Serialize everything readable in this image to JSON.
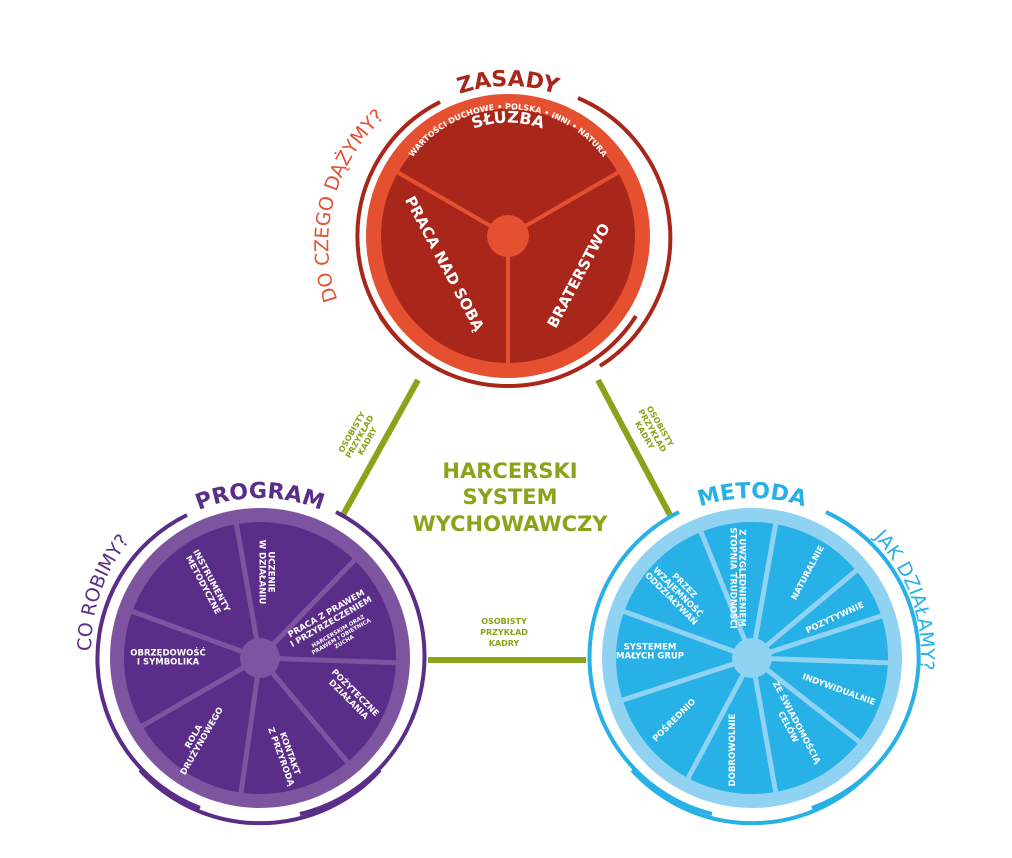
{
  "colors": {
    "green": "#8aa319",
    "red_dark": "#a8271a",
    "red_light": "#e55130",
    "red_title": "#a8271a",
    "purple_dark": "#5a2d88",
    "purple_light": "#7d54a0",
    "purple_title": "#5a2d88",
    "blue_dark": "#27b1e6",
    "blue_light": "#8fd2f2",
    "blue_title": "#27b1e6"
  },
  "center_title": [
    "HARCERSKI",
    "SYSTEM",
    "WYCHOWAWCZY"
  ],
  "connector_label": [
    "OSOBISTY",
    "PRZYKŁAD",
    "KADRY"
  ],
  "zasady": {
    "title": "ZASADY",
    "question": "DO CZEGO DĄŻYMY?",
    "sub_caption": "WARTOŚCI DUCHOWE • POLSKA • INNI • NATURA",
    "segments": [
      "SŁUŻBA",
      "PRACA NAD SOBĄ",
      "BRATERSTWO"
    ]
  },
  "program": {
    "title": "PROGRAM",
    "question": "CO ROBIMY?",
    "segments": [
      [
        "UCZENIE",
        "W DZIAŁANIU"
      ],
      [
        "PRACA Z PRAWEM",
        "I PRZYRZECZENIEM"
      ],
      [
        "POŻYTECZNE",
        "DZIAŁANIA"
      ],
      [
        "KONTAKT",
        "Z PRZYRODĄ"
      ],
      [
        "ROLA",
        "DRUŻYNOWEGO"
      ],
      [
        "OBRZĘDOWOŚĆ",
        "I SYMBOLIKA"
      ],
      [
        "INSTRUMENTY",
        "METODYCZNE"
      ]
    ],
    "segment_sub": [
      "HARCERSKIM ORAZ",
      "PRAWEM I OBIETNICĄ",
      "ZUCHA"
    ]
  },
  "metoda": {
    "title": "METODA",
    "question": "JAK DZIAŁAMY?",
    "segments": [
      [
        "Z UWZGLĘDNIENIEM",
        "STOPNIA TRUDNOŚCI"
      ],
      [
        "NATURALNIE"
      ],
      [
        "POZYTYWNIE"
      ],
      [
        "INDYWIDUALNIE"
      ],
      [
        "ZE ŚWIADOMOŚCIĄ",
        "CELÓW"
      ],
      [
        "DOBROWOLNIE"
      ],
      [
        "POŚREDNIO"
      ],
      [
        "SYSTEMEM",
        "MAŁYCH GRUP"
      ],
      [
        "PRZEZ",
        "WZAJEMNOŚĆ",
        "ODDZIAŁYWAŃ"
      ]
    ]
  }
}
